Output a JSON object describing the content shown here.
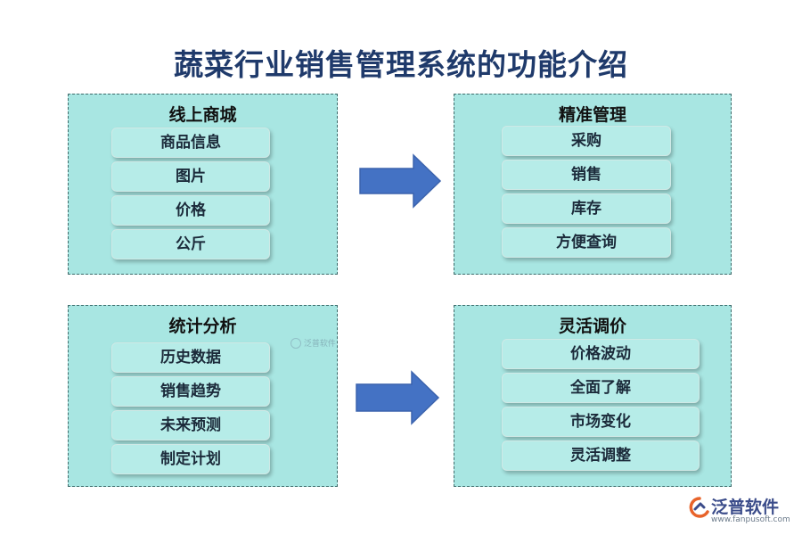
{
  "title": "蔬菜行业销售管理系统的功能介绍",
  "panels": [
    {
      "title": "线上商城",
      "items": [
        "商品信息",
        "图片",
        "价格",
        "公斤"
      ]
    },
    {
      "title": "精准管理",
      "items": [
        "采购",
        "销售",
        "库存",
        "方便查询"
      ]
    },
    {
      "title": "统计分析",
      "items": [
        "历史数据",
        "销售趋势",
        "未来预测",
        "制定计划"
      ]
    },
    {
      "title": "灵活调价",
      "items": [
        "价格波动",
        "全面了解",
        "市场变化",
        "灵活调整"
      ]
    }
  ],
  "watermark": "泛普软件",
  "logo": {
    "name": "泛普软件",
    "url": "www.fanpusoft.com"
  },
  "colors": {
    "panel": "#a8e6e2",
    "arrow": "#4472c4",
    "title": "#1f3a6b"
  }
}
